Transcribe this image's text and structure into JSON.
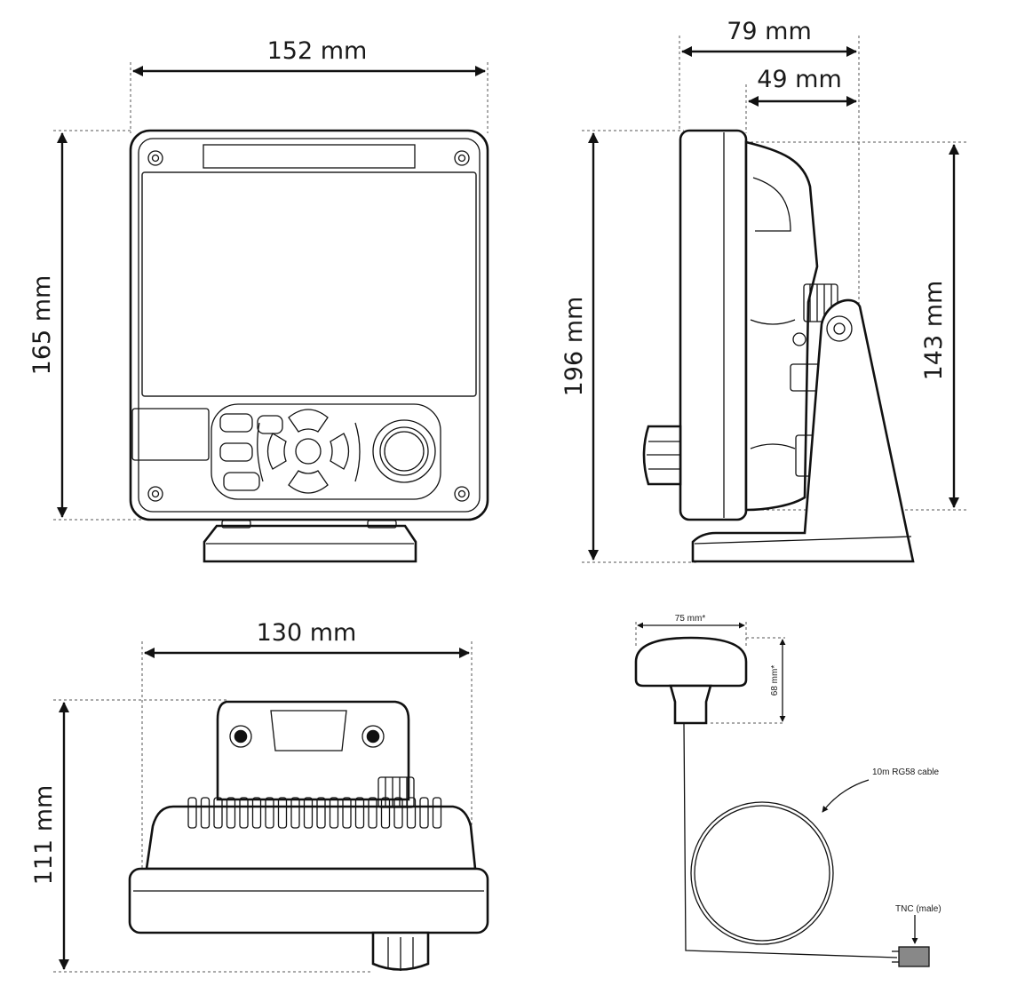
{
  "front_view": {
    "width_label": "152 mm",
    "height_label": "165 mm"
  },
  "side_view": {
    "depth_label": "79 mm",
    "depth_body_label": "49 mm",
    "height_total_label": "196 mm",
    "height_body_label": "143 mm"
  },
  "top_view": {
    "width_label": "130 mm",
    "height_label": "111 mm"
  },
  "antenna": {
    "diameter_label": "75 mm*",
    "height_label": "68 mm*",
    "cable_label": "10m RG58 cable",
    "connector_label": "TNC (male)"
  },
  "colors": {
    "line": "#111111",
    "dashed": "#555555",
    "background": "#ffffff"
  }
}
